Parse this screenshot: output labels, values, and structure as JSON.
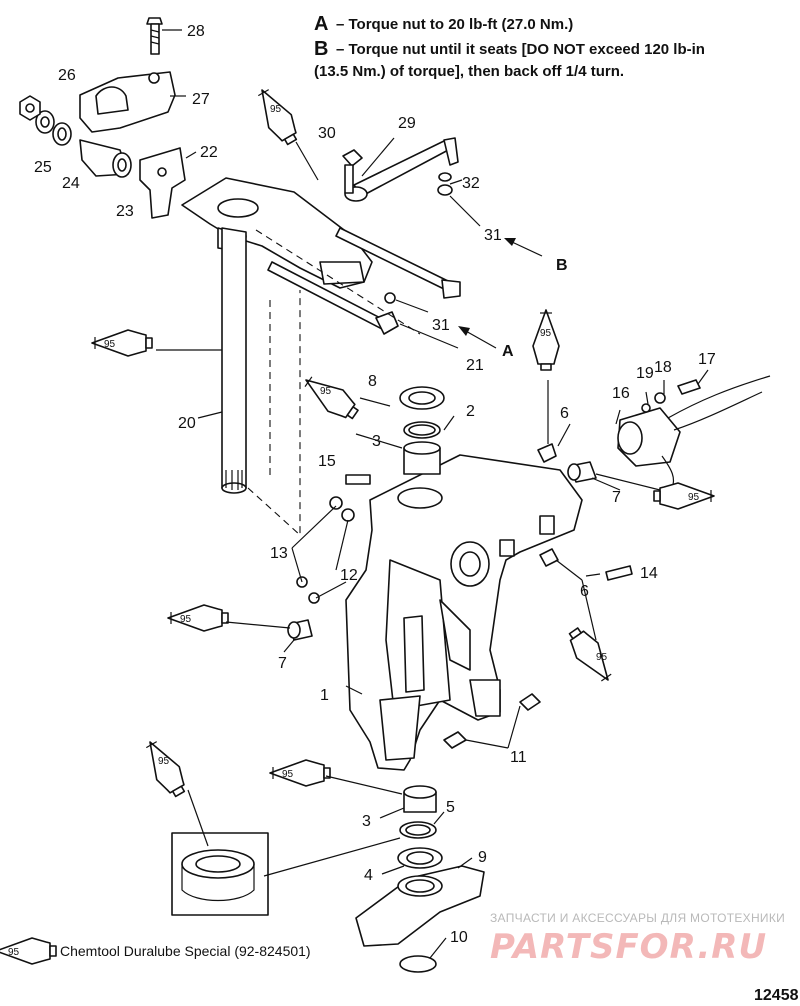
{
  "notes": {
    "a_letter": "A",
    "a_text": "– Torque nut to 20 lb-ft (27.0 Nm.)",
    "b_letter": "B",
    "b_text_line1": "– Torque nut until it seats [DO NOT exceed 120 lb-in",
    "b_text_line2": "(13.5 Nm.) of torque], then back off 1/4 turn."
  },
  "markers": {
    "a": "A",
    "b": "B"
  },
  "callouts": {
    "c1": "1",
    "c2": "2",
    "c3a": "3",
    "c3b": "3",
    "c4": "4",
    "c5": "5",
    "c6a": "6",
    "c6b": "6",
    "c7a": "7",
    "c7b": "7",
    "c8": "8",
    "c9": "9",
    "c10": "10",
    "c11": "11",
    "c12": "12",
    "c13": "13",
    "c14": "14",
    "c15": "15",
    "c16": "16",
    "c17": "17",
    "c18": "18",
    "c19": "19",
    "c20": "20",
    "c21": "21",
    "c22": "22",
    "c23": "23",
    "c24": "24",
    "c25": "25",
    "c26": "26",
    "c27": "27",
    "c28": "28",
    "c29": "29",
    "c30": "30",
    "c31a": "31",
    "c31b": "31",
    "c32": "32"
  },
  "lube_tube_label": "95",
  "legend": {
    "tube_label": "95",
    "text": "Chemtool Duralube Special (92-824501)"
  },
  "watermark": {
    "line1": "ЗАПЧАСТИ И АКСЕССУАРЫ ДЛЯ МОТОТЕХНИКИ",
    "line2": "PARTSFOR.RU"
  },
  "diagram_id": "12458"
}
